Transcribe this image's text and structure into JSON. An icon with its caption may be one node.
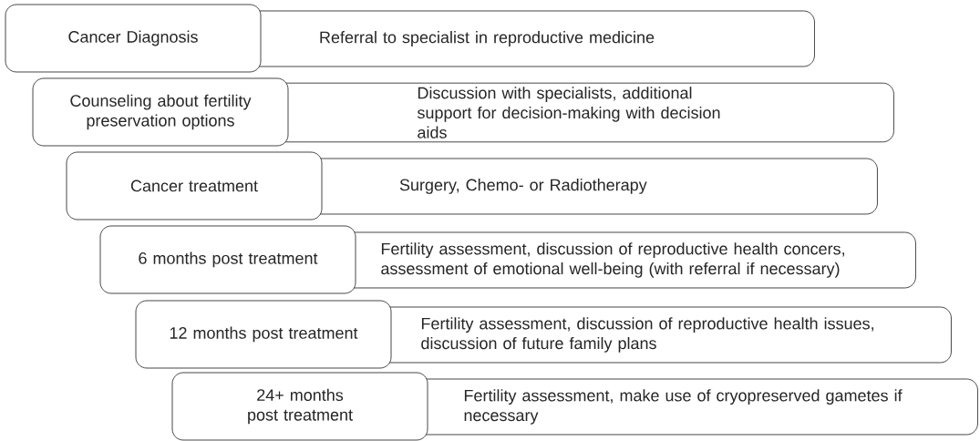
{
  "diagram": {
    "nodes": [
      {
        "text": [
          "Cancer Diagnosis"
        ]
      },
      {
        "text": [
          "Referral to specialist in reproductive medicine"
        ]
      },
      {
        "text": [
          "Counseling about fertility preservation options"
        ]
      },
      {
        "text": [
          "Discussion with specialists, additional support for decision-making with decision aids"
        ]
      },
      {
        "text": [
          "Cancer treatment"
        ]
      },
      {
        "text": [
          "Surgery, Chemo- or Radiotherapy"
        ]
      },
      {
        "text": [
          "6 months post treatment"
        ]
      },
      {
        "text": [
          "Fertility assessment, discussion of reproductive health concers, assessment of emotional well-being (with referral if necessary)"
        ]
      },
      {
        "text": [
          "12 months post treatment"
        ]
      },
      {
        "text": [
          "Fertility assessment, discussion of reproductive health issues, discussion of future family plans"
        ]
      },
      {
        "text": [
          "24+ months post treatment"
        ]
      },
      {
        "text": [
          "Fertility assessment, make use of cryopreserved gametes if necessary"
        ]
      }
    ]
  }
}
